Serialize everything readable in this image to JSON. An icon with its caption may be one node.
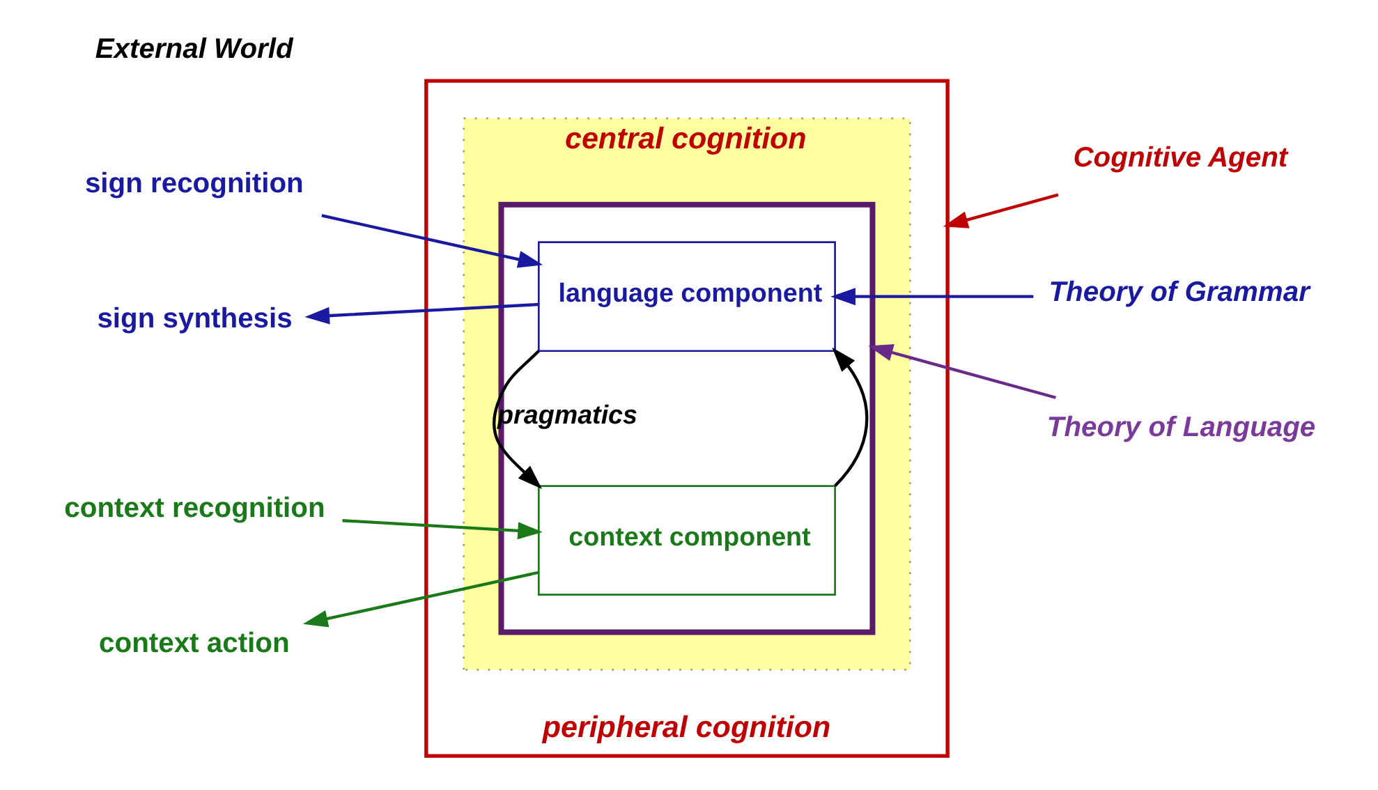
{
  "diagram": {
    "nodes": [
      {
        "text": [
          "peripheral cognition"
        ]
      },
      {
        "text": [
          "central cognition"
        ],
        "in": 0
      },
      {
        "text": [],
        "shape": "box",
        "in": 1
      },
      {
        "text": [
          "language component"
        ],
        "in": 2
      },
      {
        "text": [
          "context component"
        ],
        "in": 2
      },
      {
        "text": [
          "Cognitive Agent"
        ]
      },
      {
        "text": [
          "sign recognition"
        ]
      },
      {
        "text": [
          "sign synthesis"
        ]
      },
      {
        "text": [
          "Theory of Grammar"
        ]
      },
      {
        "text": [
          "Theory of Language"
        ]
      },
      {
        "text": [
          "context recognition"
        ]
      },
      {
        "text": [
          "context action"
        ]
      }
    ],
    "edges": [
      {
        "from": 5,
        "to": 0,
        "arrow": "to",
        "color": "#c00000"
      },
      {
        "from": 6,
        "to": 3,
        "arrow": "to",
        "color": "#1a1aa0"
      },
      {
        "from": 3,
        "to": 7,
        "arrow": "to",
        "color": "#1a1aa0"
      },
      {
        "from": 8,
        "to": 3,
        "arrow": "to",
        "color": "#1a1aa0"
      },
      {
        "from": 9,
        "to": 2,
        "arrow": "to",
        "color": "#6a2a8a"
      },
      {
        "from": 3,
        "to": 4,
        "arrow": "to",
        "label": "pragmatics",
        "color": "#000000"
      },
      {
        "from": 4,
        "to": 3,
        "arrow": "to",
        "color": "#000000"
      },
      {
        "from": 10,
        "to": 4,
        "arrow": "to",
        "color": "#1a7a1a"
      },
      {
        "from": 4,
        "to": 11,
        "arrow": "to",
        "color": "#1a7a1a"
      }
    ],
    "labels": [
      "External World"
    ]
  }
}
